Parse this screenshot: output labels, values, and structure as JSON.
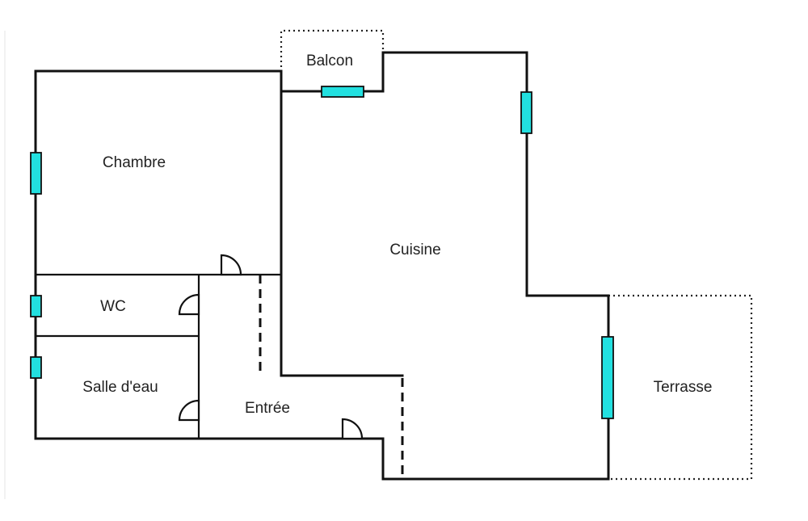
{
  "colors": {
    "wall": "#111111",
    "window_fill": "#22e0e0",
    "background": "#ffffff"
  },
  "rooms": {
    "balcon": "Balcon",
    "chambre": "Chambre",
    "cuisine": "Cuisine",
    "wc": "WC",
    "salle_deau": "Salle d'eau",
    "entree": "Entrée",
    "terrasse": "Terrasse"
  }
}
